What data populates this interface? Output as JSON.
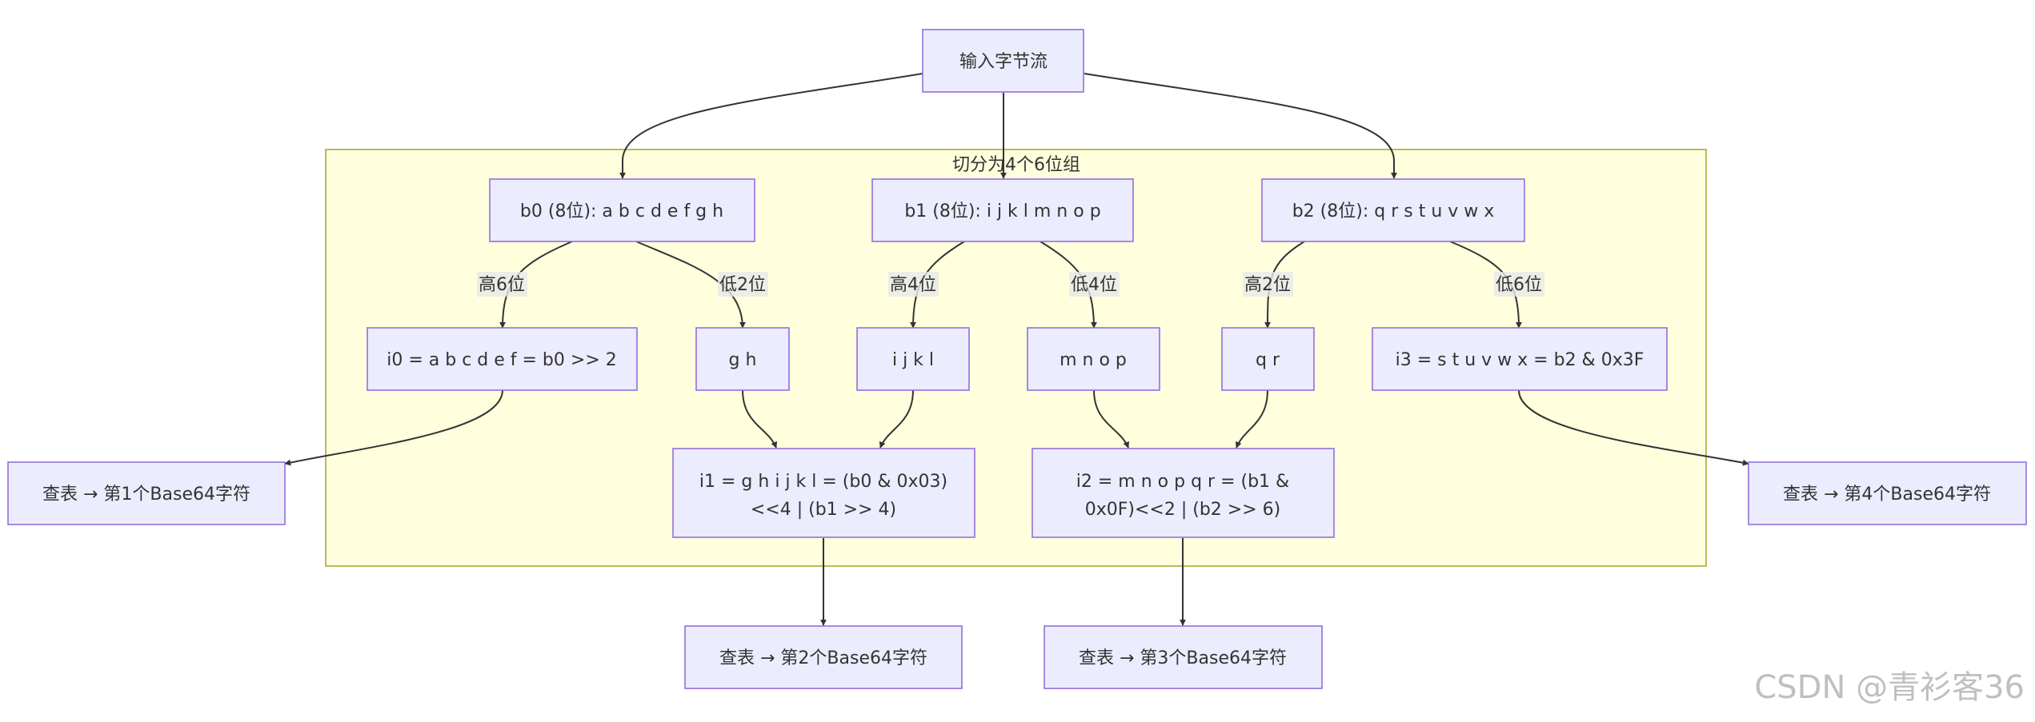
{
  "cluster": {
    "label": "切分为4个6位组"
  },
  "nodes": {
    "input": {
      "lines": [
        "输入字节流"
      ]
    },
    "b0": {
      "lines": [
        "b0 (8位): a b c d e f g h"
      ]
    },
    "b1": {
      "lines": [
        "b1 (8位): i j k l m n o p"
      ]
    },
    "b2": {
      "lines": [
        "b2 (8位): q r s t u v w x"
      ]
    },
    "i0": {
      "lines": [
        "i0 = a b c d e f = b0 >> 2"
      ]
    },
    "gh": {
      "lines": [
        "g h"
      ]
    },
    "ijkl": {
      "lines": [
        "i j k l"
      ]
    },
    "mnop": {
      "lines": [
        "m n o p"
      ]
    },
    "qr": {
      "lines": [
        "q r"
      ]
    },
    "i3": {
      "lines": [
        "i3 = s t u v w x = b2 & 0x3F"
      ]
    },
    "i1": {
      "lines": [
        "i1 = g h i j k l = (b0 & 0x03)",
        "<<4 | (b1 >> 4)"
      ]
    },
    "i2": {
      "lines": [
        "i2 = m n o p q r = (b1 &",
        "0x0F)<<2 | (b2 >> 6)"
      ]
    },
    "out1": {
      "lines": [
        "查表 → 第1个Base64字符"
      ]
    },
    "out2": {
      "lines": [
        "查表 → 第2个Base64字符"
      ]
    },
    "out3": {
      "lines": [
        "查表 → 第3个Base64字符"
      ]
    },
    "out4": {
      "lines": [
        "查表 → 第4个Base64字符"
      ]
    }
  },
  "edge_labels": {
    "b0_high6": "高6位",
    "b0_low2": "低2位",
    "b1_high4": "高4位",
    "b1_low4": "低4位",
    "b2_high2": "高2位",
    "b2_low6": "低6位"
  },
  "watermark": "CSDN @青衫客36"
}
